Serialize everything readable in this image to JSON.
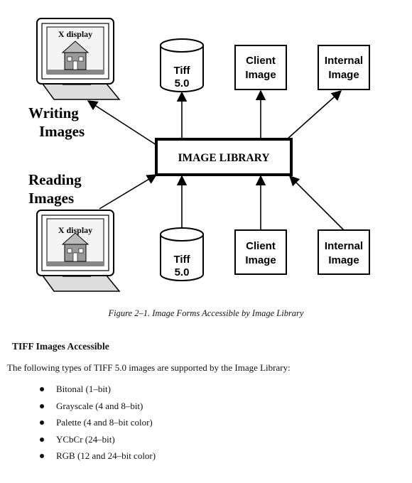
{
  "diagram": {
    "library_label": "IMAGE LIBRARY",
    "writing_label_line1": "Writing",
    "writing_label_line2": "Images",
    "reading_label_line1": "Reading",
    "reading_label_line2": "Images",
    "monitor_label": "X display",
    "tiff_line1": "Tiff",
    "tiff_line2": "5.0",
    "client_line1": "Client",
    "client_line2": "Image",
    "internal_line1": "Internal",
    "internal_line2": "Image"
  },
  "caption": "Figure 2–1.  Image Forms Accessible by Image Library",
  "section_title": "TIFF Images Accessible",
  "intro": "The following types of TIFF 5.0 images are supported by the Image Library:",
  "bullets": [
    "Bitonal (1–bit)",
    "Grayscale (4 and 8–bit)",
    "Palette (4 and 8–bit color)",
    "YCbCr (24–bit)",
    "RGB (12 and 24–bit color)"
  ]
}
